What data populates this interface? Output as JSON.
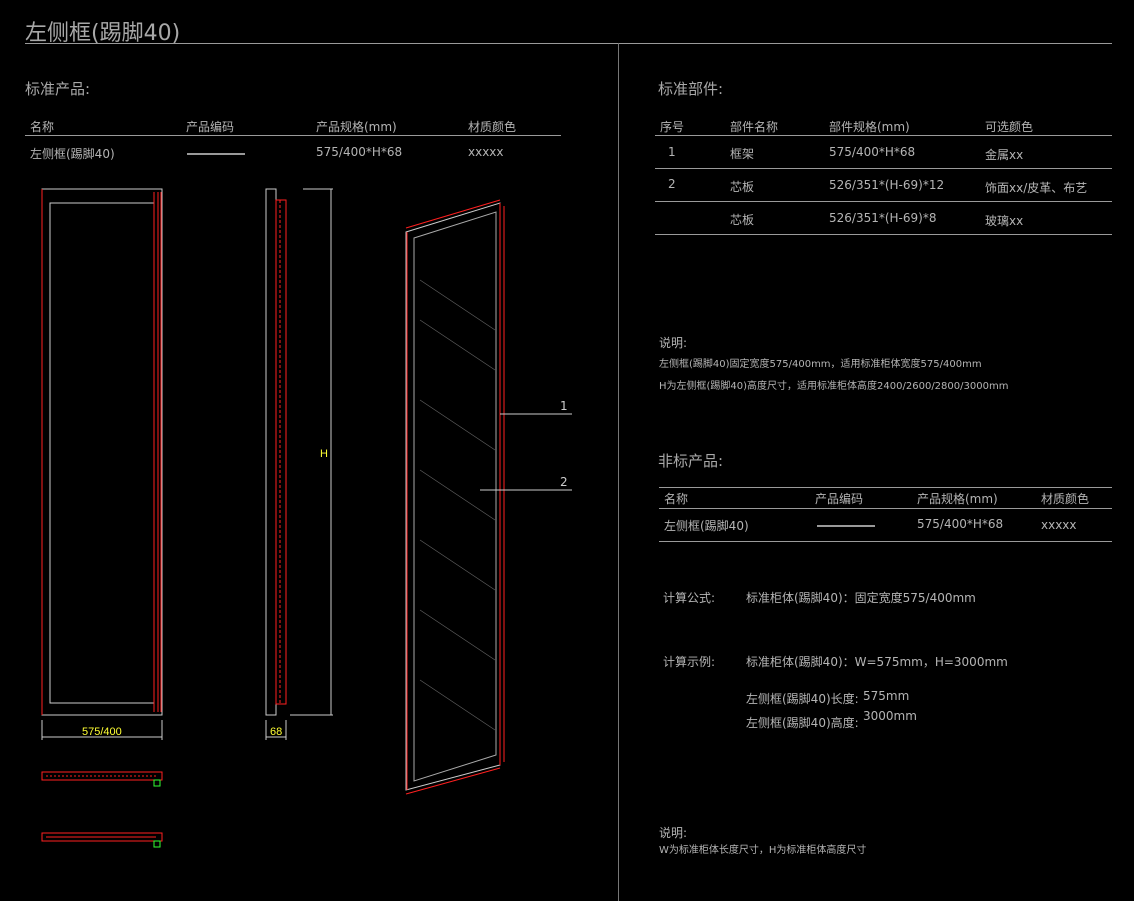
{
  "title": "左侧框(踢脚40)",
  "standard_product": {
    "heading": "标准产品:",
    "columns": [
      "名称",
      "产品编码",
      "产品规格(mm)",
      "材质颜色"
    ],
    "row": {
      "name": "左侧框(踢脚40)",
      "spec": "575/400*H*68",
      "color": "xxxxx"
    }
  },
  "drawing": {
    "width_dim": "575/400",
    "depth_dim": "68",
    "height_dim": "H",
    "callouts": [
      "1",
      "2"
    ]
  },
  "standard_parts": {
    "heading": "标准部件:",
    "columns": [
      "序号",
      "部件名称",
      "部件规格(mm)",
      "可选颜色"
    ],
    "rows": [
      {
        "no": "1",
        "name": "框架",
        "spec": "575/400*H*68",
        "color": "金属xx"
      },
      {
        "no": "2",
        "name": "芯板",
        "spec": "526/351*(H-69)*12",
        "color": "饰面xx/皮革、布艺"
      },
      {
        "no": "",
        "name": "芯板",
        "spec": "526/351*(H-69)*8",
        "color": "玻璃xx"
      }
    ]
  },
  "notes1": {
    "heading": "说明:",
    "lines": [
      "左侧框(踢脚40)固定宽度575/400mm，适用标准柜体宽度575/400mm",
      "H为左侧框(踢脚40)高度尺寸，适用标准柜体高度2400/2600/2800/3000mm"
    ]
  },
  "nonstandard_product": {
    "heading": "非标产品:",
    "columns": [
      "名称",
      "产品编码",
      "产品规格(mm)",
      "材质颜色"
    ],
    "row": {
      "name": "左侧框(踢脚40)",
      "spec": "575/400*H*68",
      "color": "xxxxx"
    }
  },
  "formula": {
    "label": "计算公式:",
    "text": "标准柜体(踢脚40)：固定宽度575/400mm"
  },
  "example": {
    "label": "计算示例:",
    "text": "标准柜体(踢脚40)：W=575mm，H=3000mm",
    "length_label": "左侧框(踢脚40)长度:",
    "length_value": "575mm",
    "height_label": "左侧框(踢脚40)高度:",
    "height_value": "3000mm"
  },
  "notes2": {
    "heading": "说明:",
    "line": "W为标准柜体长度尺寸，H为标准柜体高度尺寸"
  }
}
